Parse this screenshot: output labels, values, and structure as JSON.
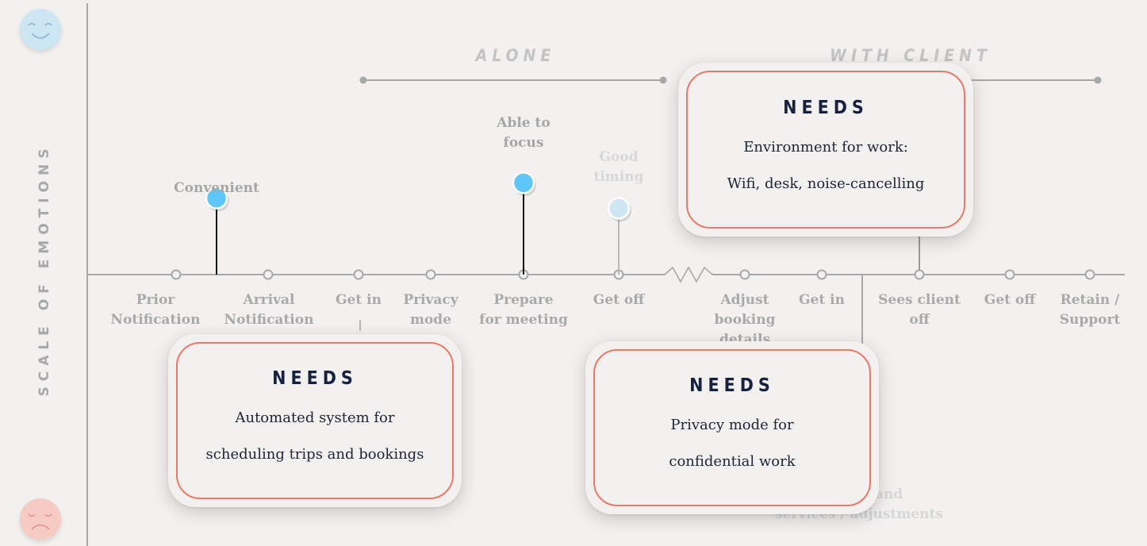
{
  "axis_title": "SCALE OF EMOTIONS",
  "icons": {
    "happy": "happy-face-icon",
    "sad": "sad-face-icon"
  },
  "colors": {
    "happy_face": "#cde6f4",
    "sad_face": "#f6cbc3",
    "emotion_point": "#5fc6fa",
    "emotion_point_faded": "#cfe6f3",
    "card_border": "#ee7766",
    "title_text": "#162040",
    "timeline": "#a8a8a8"
  },
  "sections": [
    {
      "label": "ALONE",
      "start": 1,
      "end": 6
    },
    {
      "label": "WITH CLIENT",
      "start": 6,
      "end": 12
    }
  ],
  "steps": [
    {
      "label": "Prior\nNotification"
    },
    {
      "label": "Arrival\nNotification"
    },
    {
      "label": "Get in"
    },
    {
      "label": "Privacy\nmode"
    },
    {
      "label": "Prepare\nfor meeting"
    },
    {
      "label": "Get off"
    },
    {
      "label": "Adjust\nbooking\ndetails"
    },
    {
      "label": "Get in"
    },
    {
      "label": "Sees client\noff"
    },
    {
      "label": "Get off"
    },
    {
      "label": "Retain /\nSupport"
    }
  ],
  "emotions": [
    {
      "label": "Convenient",
      "level": 0.75,
      "faded": false
    },
    {
      "label": "Able to\nfocus",
      "level": 0.9,
      "faded": false
    },
    {
      "label": "Good\ntiming",
      "level": 0.65,
      "faded": true
    }
  ],
  "hidden_emotion": {
    "label": "On-demand\nservices / adjustments",
    "faded": true
  },
  "cards": [
    {
      "title": "NEEDS",
      "lines": [
        "Automated system for",
        "scheduling trips and bookings"
      ]
    },
    {
      "title": "NEEDS",
      "lines": [
        "Privacy mode for",
        "confidential work"
      ]
    },
    {
      "title": "NEEDS",
      "lines": [
        "Environment for work:",
        "Wifi, desk, noise-cancelling"
      ]
    }
  ]
}
